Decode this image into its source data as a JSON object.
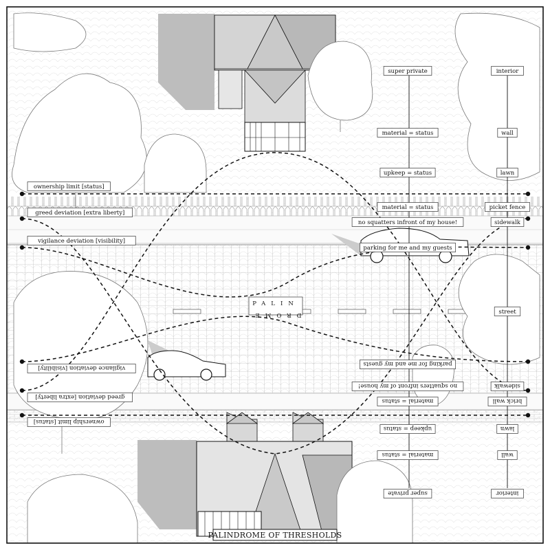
{
  "title": "PALINDROME OF THRESHOLDS",
  "road_text": {
    "top": "PALIN",
    "bottom": "DROME"
  },
  "left_labels_top": [
    "ownership limit [status]",
    "greed deviation [extra liberty]",
    "vigilance deviation [visibility]"
  ],
  "left_labels_bottom": [
    "vigilance deviation [visibility]",
    "greed deviation [extra liberty]",
    "ownership limit [status]"
  ],
  "center_column_top": [
    "super private",
    "material = status",
    "upkeep = status",
    "material = status",
    "no squatters infront of my house!",
    "parking for me and my guests"
  ],
  "center_column_bottom": [
    "parking for me and my guests",
    "no squatters infront of my house!",
    "material = status",
    "upkeep = status",
    "material = status",
    "super private"
  ],
  "right_column_top": [
    "interior",
    "wall",
    "lawn",
    "picket fence",
    "sidewalk",
    "street"
  ],
  "right_column_bottom": [
    "sidewalk",
    "brick wall",
    "lawn",
    "wall",
    "interior"
  ],
  "colors": {
    "ink": "#111111",
    "shadow": "#bdbdbd",
    "roof": "#d9d9d9",
    "roof_dark": "#b5b5b5",
    "grid": "#999999"
  }
}
